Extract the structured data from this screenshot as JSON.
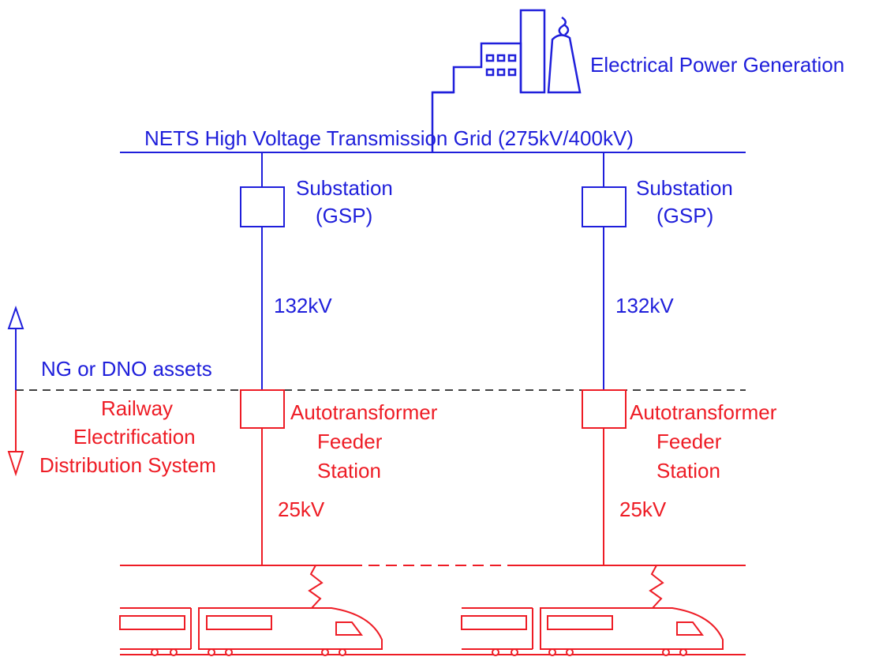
{
  "colors": {
    "nets_blue": "#1f1fdb",
    "railway_red": "#ee1c25",
    "boundary_dash": "#000000"
  },
  "labels": {
    "generation": "Electrical Power Generation",
    "grid": "NETS High Voltage Transmission Grid (275kV/400kV)",
    "substation_left_line1": "Substation",
    "substation_left_line2": "(GSP)",
    "substation_right_line1": "Substation",
    "substation_right_line2": "(GSP)",
    "voltage_132_left": "132kV",
    "voltage_132_right": "132kV",
    "ng_dno": "NG or DNO assets",
    "railway_line1": "Railway",
    "railway_line2": "Electrification",
    "railway_line3": "Distribution System",
    "atf_left_line1": "Autotransformer",
    "atf_left_line2": "Feeder",
    "atf_left_line3": "Station",
    "atf_right_line1": "Autotransformer",
    "atf_right_line2": "Feeder",
    "atf_right_line3": "Station",
    "voltage_25_left": "25kV",
    "voltage_25_right": "25kV"
  },
  "icons": {
    "power_plant": "factory-icon",
    "substation": "substation-box-icon",
    "autotransformer": "autotransformer-box-icon",
    "train": "train-icon",
    "pantograph": "pantograph-icon",
    "boundary_arrow": "double-arrow-icon"
  }
}
